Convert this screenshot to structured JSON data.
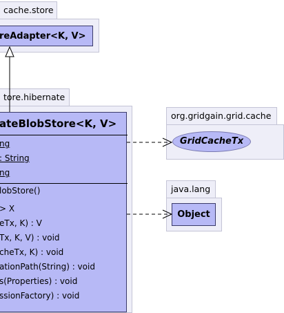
{
  "packages": {
    "cache_store": {
      "label": "cache.store"
    },
    "store_hibernate": {
      "label": "tore.hibernate"
    },
    "gridgain_cache": {
      "label": "org.gridgain.grid.cache"
    },
    "java_lang": {
      "label": "java.lang"
    }
  },
  "classes": {
    "adapter": {
      "name": "reAdapter<K, V>"
    },
    "blob_store": {
      "name": "ateBlobStore<K, V>",
      "attributes": [
        "ng",
        ": String",
        "ng"
      ],
      "operations": [
        "lobStore()",
        "> X",
        "eTx, K) : V",
        "Tx, K, V) : void",
        "cheTx, K) : void",
        "ationPath(String) : void",
        "s(Properties) : void",
        "ssionFactory) : void"
      ]
    },
    "grid_cache_tx": {
      "name": "GridCacheTx"
    },
    "object": {
      "name": "Object"
    }
  },
  "colors": {
    "class_fill": "#b7b9f6",
    "package_fill": "#eeeef8",
    "package_border": "#c4c4d6"
  }
}
